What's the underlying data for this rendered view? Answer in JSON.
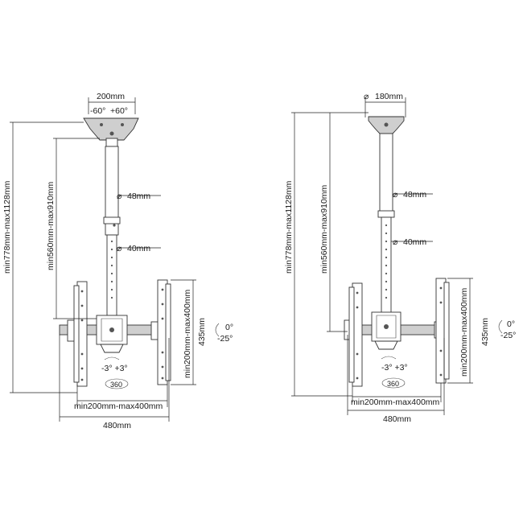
{
  "left": {
    "top_width": "200mm",
    "tilt_left": "-60°",
    "tilt_right": "+60°",
    "tube_outer": "48mm",
    "tube_inner": "40mm",
    "height_total": "min778mm-max1128mm",
    "height_tube": "min560mm-max910mm",
    "vesa_h": "min200mm-max400mm",
    "vesa_v": "min200mm-max400mm",
    "bracket_h": "435mm",
    "width": "480mm",
    "tilt_up": "0°",
    "tilt_down": "-25°",
    "level": "-3° +3°",
    "swivel": "360"
  },
  "right": {
    "plate_dia": "180mm",
    "tube_outer": "48mm",
    "tube_inner": "40mm",
    "height_total": "min778mm-max1128mm",
    "height_tube": "min560mm-max910mm",
    "vesa_h": "min200mm-max400mm",
    "vesa_v": "min200mm-max400mm",
    "bracket_h": "435mm",
    "width": "480mm",
    "tilt_up": "0°",
    "tilt_down": "-25°",
    "level": "-3° +3°",
    "swivel": "360"
  },
  "icons": {
    "diameter": "diameter-symbol",
    "rotate": "rotation-arrow"
  }
}
